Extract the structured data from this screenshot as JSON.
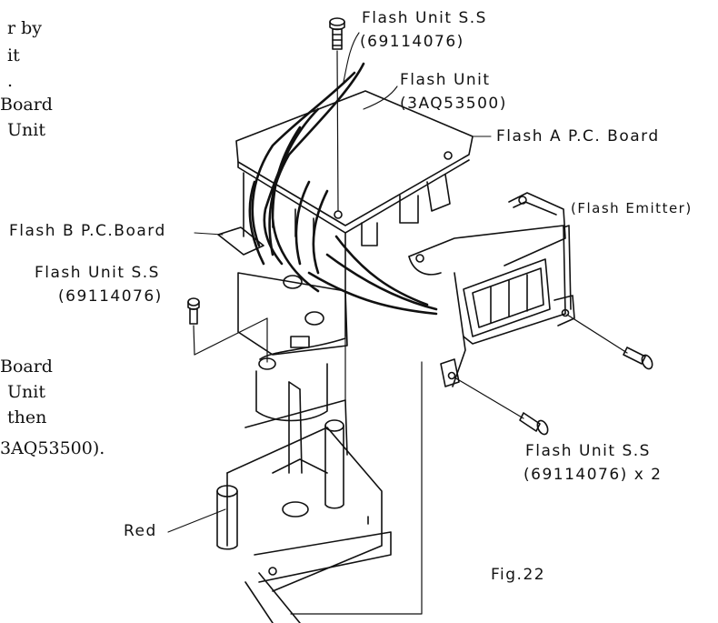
{
  "left_text": {
    "lines_top": [
      "r by",
      "it",
      ".",
      "Board",
      "Unit"
    ],
    "lines_bottom": [
      "Board",
      "Unit",
      "then",
      "3AQ53500)."
    ]
  },
  "labels": {
    "flash_unit_ss_top": "Flash Unit S.S",
    "flash_unit_ss_top_code": "(69114076)",
    "flash_unit": "Flash Unit",
    "flash_unit_code": "(3AQ53500)",
    "flash_a_board": "Flash A P.C. Board",
    "flash_emitter": "(Flash Emitter)",
    "flash_b_board": "Flash B P.C.Board",
    "flash_unit_ss_left": "Flash Unit S.S",
    "flash_unit_ss_left_code": "(69114076)",
    "flash_unit_ss_right": "Flash Unit S.S",
    "flash_unit_ss_right_code": "(69114076) x 2",
    "red": "Red",
    "fig": "Fig.22"
  },
  "colors": {
    "ink": "#111111",
    "paper": "#ffffff"
  }
}
